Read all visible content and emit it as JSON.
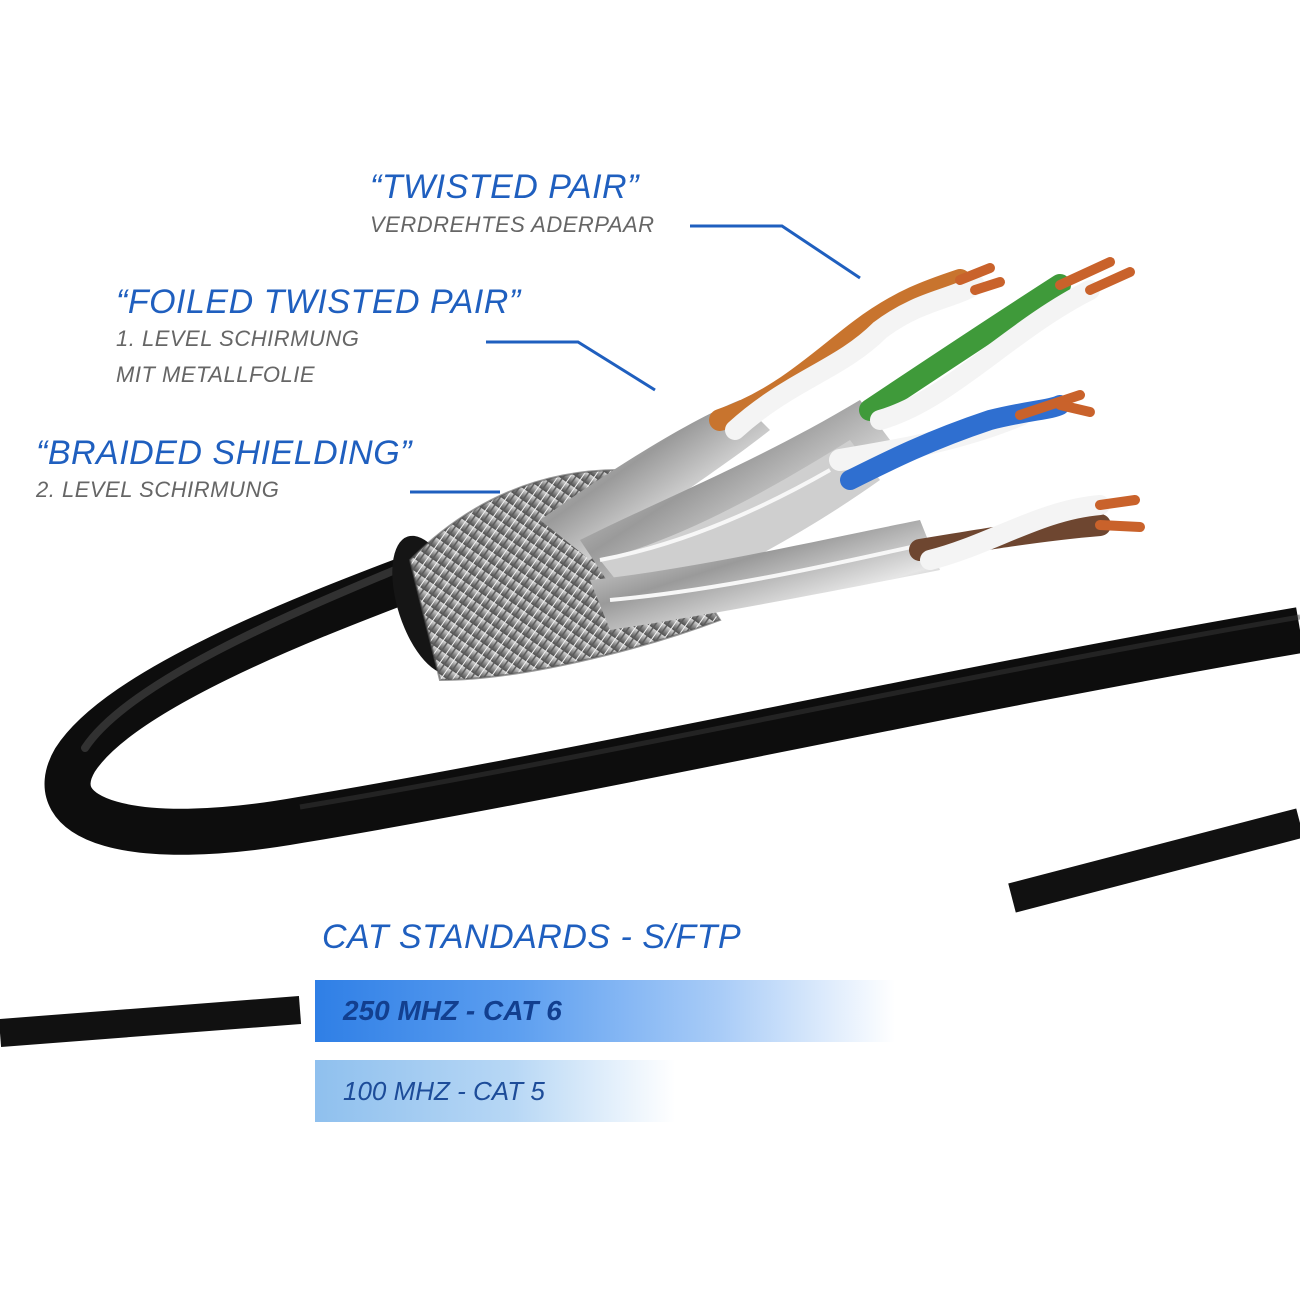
{
  "labels": {
    "twisted_pair": {
      "title": "“TWISTED PAIR”",
      "sub": "VERDREHTES ADERPAAR"
    },
    "foiled_twisted_pair": {
      "title": "“FOILED TWISTED PAIR”",
      "sub_line1": "1. LEVEL SCHIRMUNG",
      "sub_line2": "MIT METALLFOLIE"
    },
    "braided_shielding": {
      "title": "“BRAIDED SHIELDING”",
      "sub": "2. LEVEL SCHIRMUNG"
    }
  },
  "standards": {
    "heading": "CAT STANDARDS - S/FTP",
    "items": [
      {
        "label": "250 MHZ - CAT 6"
      },
      {
        "label": "100 MHZ - CAT 5"
      }
    ]
  },
  "colors": {
    "accent_blue": "#1f5fbf",
    "subtitle_gray": "#666666",
    "cable_black": "#141414",
    "wire_orange": "#c8742e",
    "wire_green": "#3f9a3a",
    "wire_blue": "#2f6fd0",
    "wire_brown": "#6e4630",
    "copper": "#c9622b"
  }
}
